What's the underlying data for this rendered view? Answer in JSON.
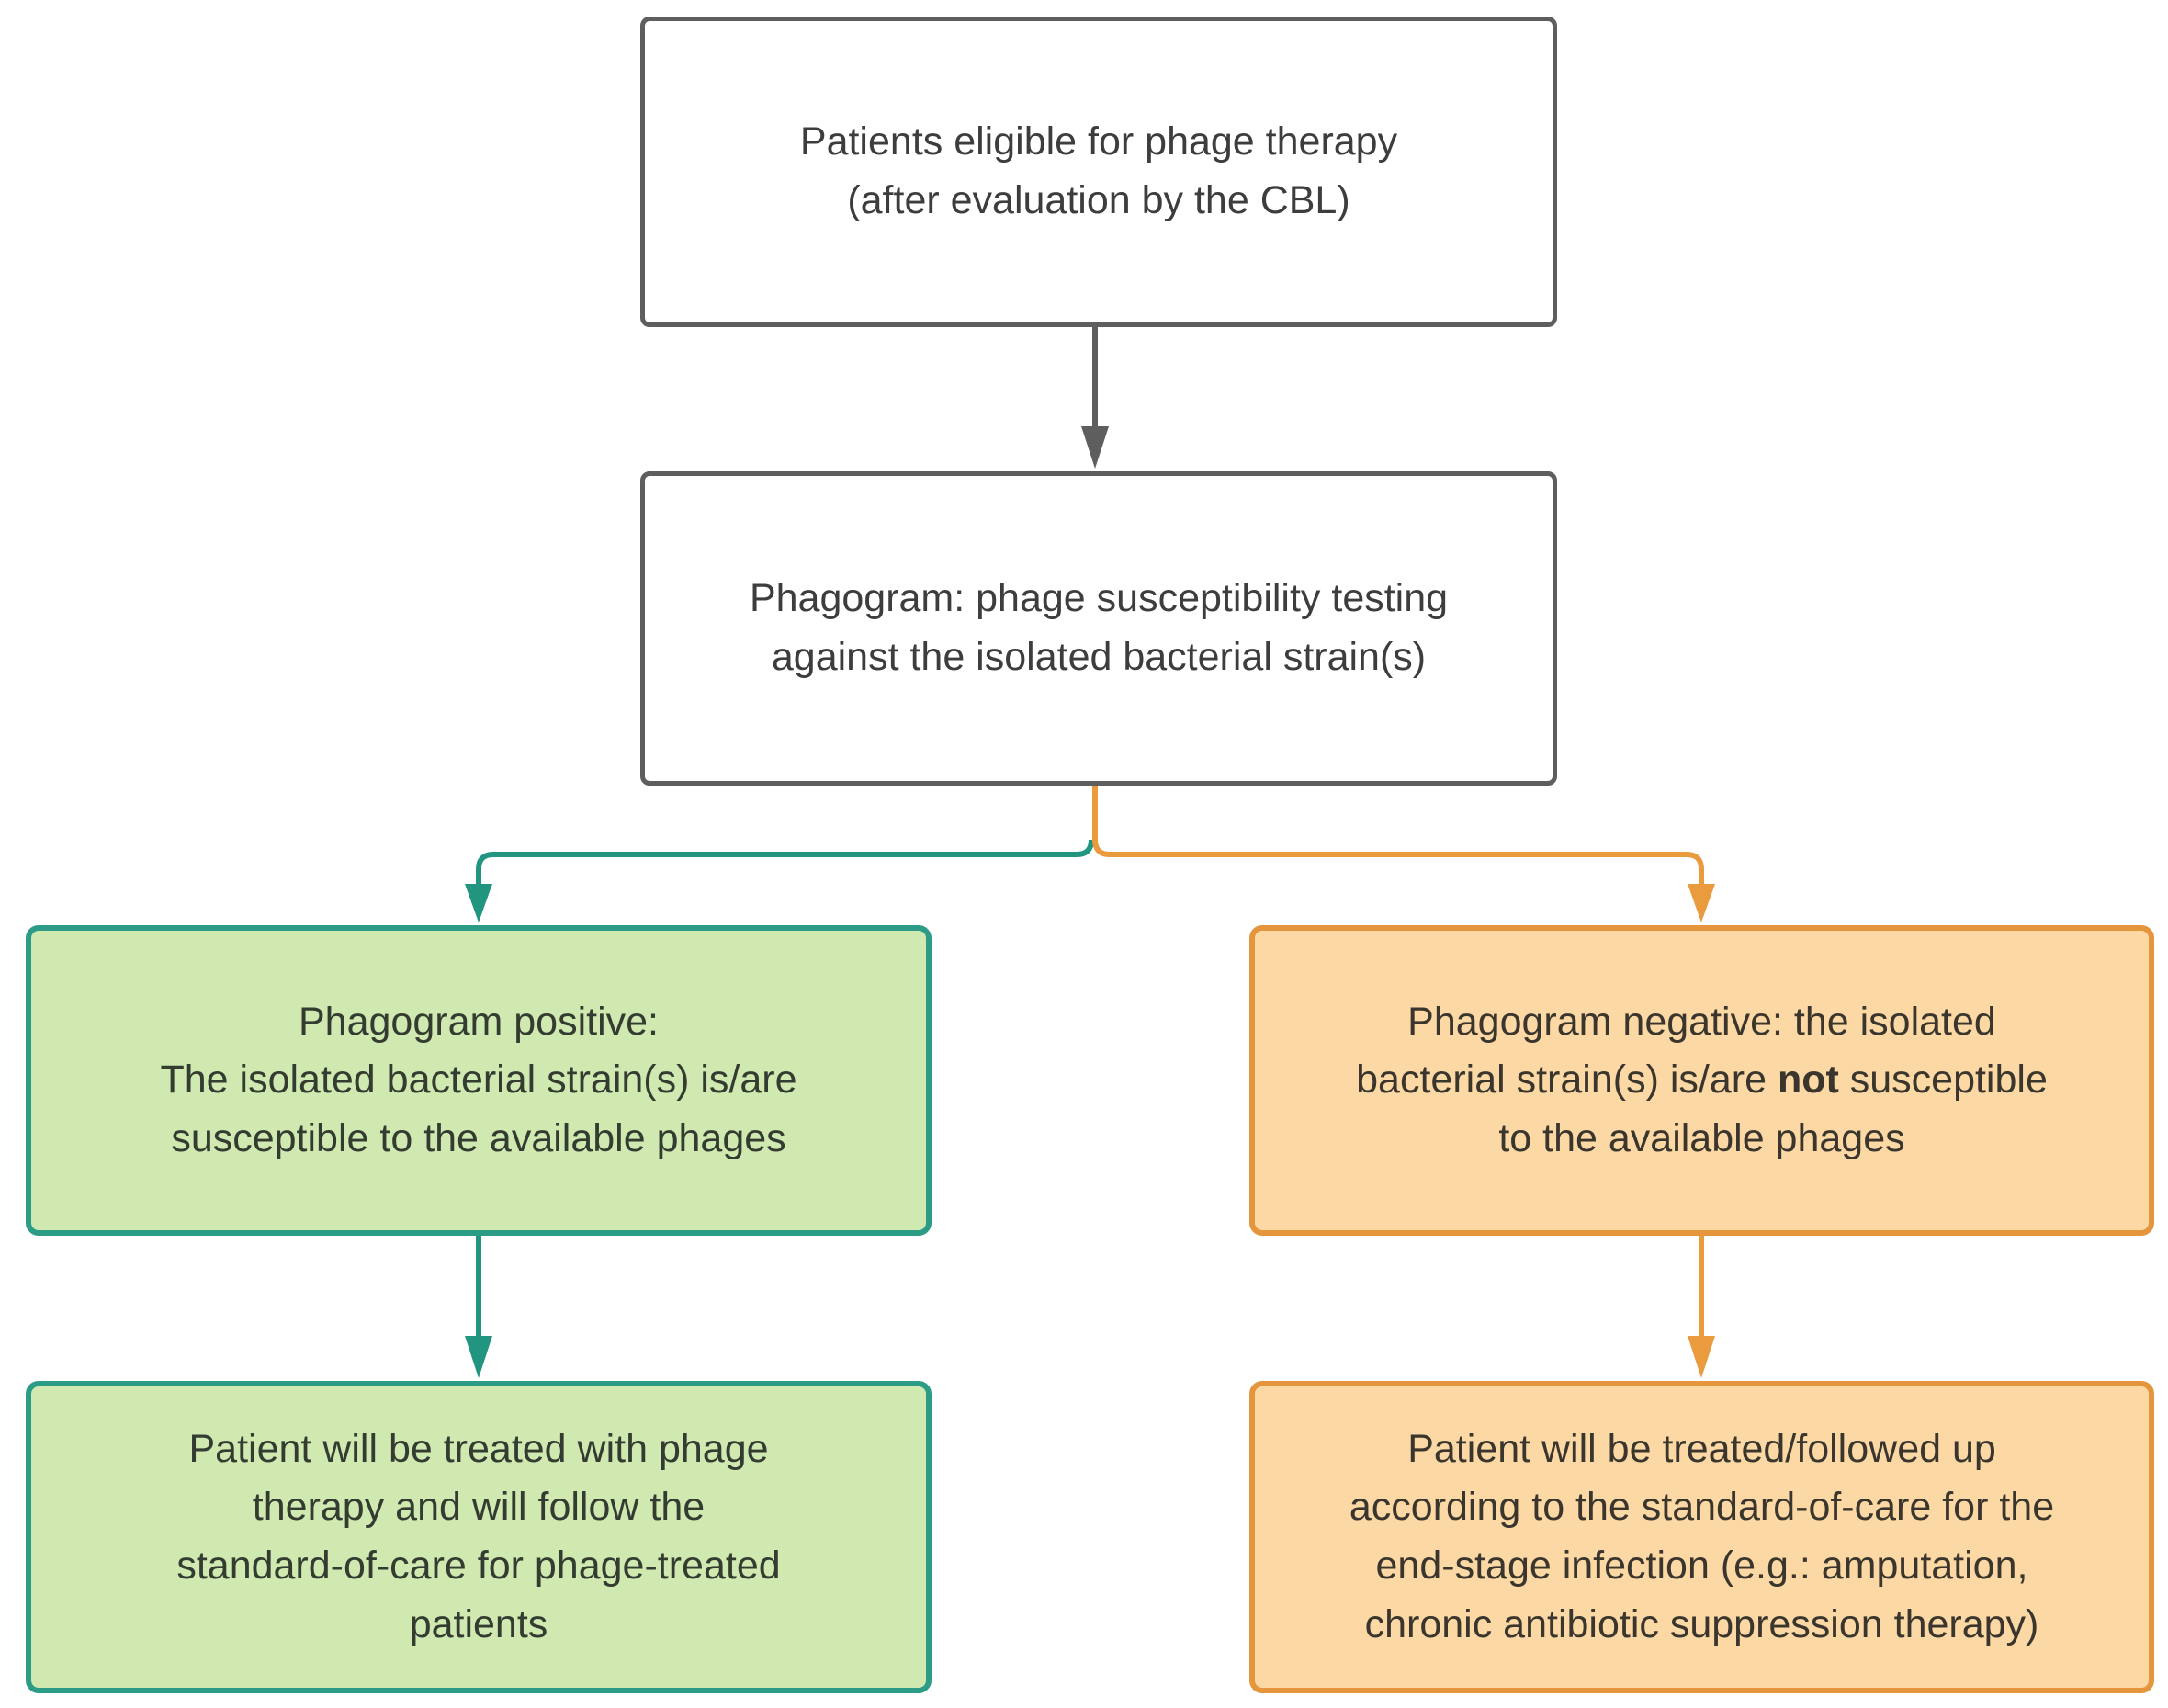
{
  "figure": {
    "type": "flowchart",
    "title": "Phage therapy patient pathway",
    "background": "#ffffff"
  },
  "colors": {
    "plain_box_border": "#5e5e5e",
    "plain_box_fill": "#ffffff",
    "green_box_border": "#2d9c86",
    "green_box_fill": "#cfe9b0",
    "orange_box_border": "#e5953c",
    "orange_box_fill": "#fbd8a4",
    "gray_arrow": "#5e5e5e",
    "teal_arrow": "#219580",
    "orange_arrow": "#ea9b3e",
    "text": "#3d3d3d"
  },
  "nodes": {
    "eligible": {
      "lines": [
        "Patients eligible for phage therapy",
        "(after evaluation by the CBL)"
      ]
    },
    "phagogram": {
      "lines": [
        "Phagogram: phage susceptibility testing",
        "against the isolated bacterial strain(s)"
      ]
    },
    "positive": {
      "lines": [
        "Phagogram positive:",
        "The isolated bacterial strain(s) is/are",
        "susceptible to the available phages"
      ]
    },
    "negative": {
      "line1": "Phagogram negative: the isolated",
      "line2_pre": "bacterial strain(s) is/are ",
      "line2_bold": "not",
      "line2_post": " susceptible",
      "line3": "to the available phages"
    },
    "treated": {
      "lines": [
        "Patient will be treated with phage",
        "therapy and will follow the",
        "standard-of-care for phage-treated",
        "patients"
      ]
    },
    "standard_of_care": {
      "lines": [
        "Patient will be treated/followed up",
        "according to the standard-of-care for the",
        "end-stage infection (e.g.: amputation,",
        "chronic antibiotic suppression therapy)"
      ]
    }
  }
}
